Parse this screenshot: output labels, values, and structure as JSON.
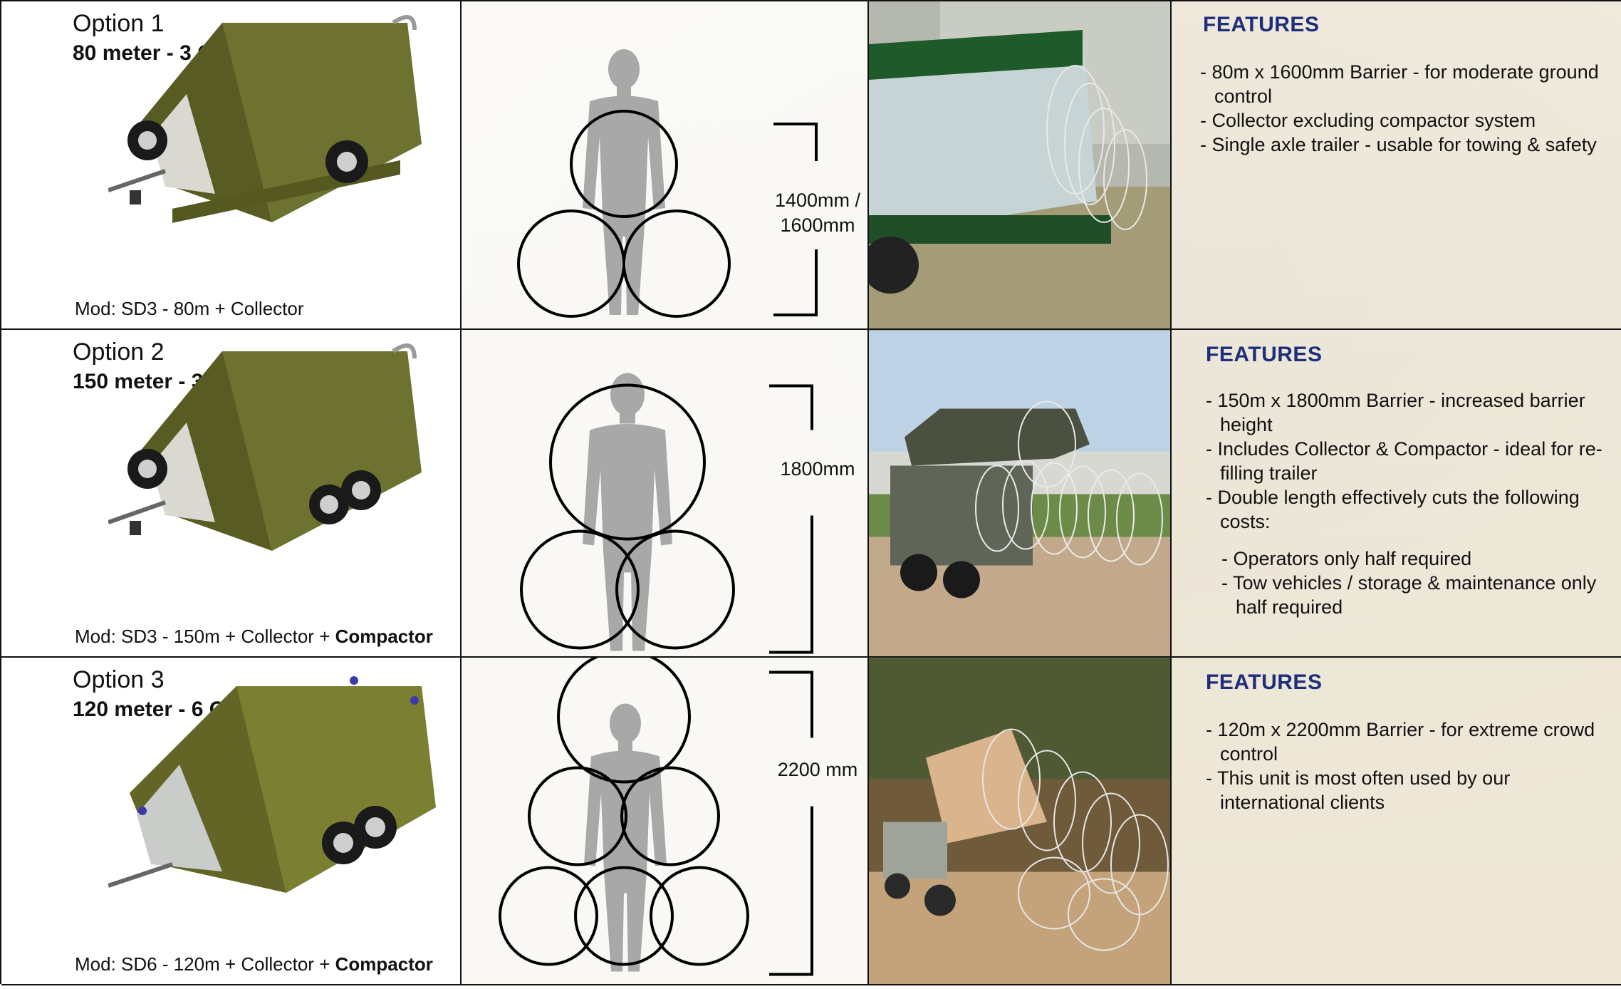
{
  "options": [
    {
      "title": "Option 1",
      "subtitle": "80 meter - 3 Coil",
      "mod_prefix": "Mod: SD3 - 80m + Collector",
      "mod_bold": "",
      "dimension_lines": [
        "1400mm /",
        "1600mm"
      ],
      "features_heading": "FEATURES",
      "features": [
        "- 80m x 1600mm Barrier - for moderate ground control",
        "- Collector excluding compactor system",
        "- Single axle trailer - usable for towing & safety"
      ],
      "sub_features": []
    },
    {
      "title": "Option 2",
      "subtitle": "150 meter - 3 Coil",
      "mod_prefix": "Mod: SD3 - 150m + Collector + ",
      "mod_bold": "Compactor",
      "dimension_lines": [
        "1800mm"
      ],
      "features_heading": "FEATURES",
      "features": [
        "- 150m x 1800mm Barrier - increased barrier height",
        "- Includes Collector & Compactor - ideal for re-filling trailer",
        "- Double length effectively cuts the following costs:"
      ],
      "sub_features": [
        "- Operators only half required",
        "- Tow vehicles / storage & maintenance only half required"
      ]
    },
    {
      "title": "Option 3",
      "subtitle": "120 meter - 6 Coil",
      "mod_prefix": "Mod: SD6 - 120m + Collector + ",
      "mod_bold": "Compactor",
      "dimension_lines": [
        "2200 mm"
      ],
      "features_heading": "FEATURES",
      "features": [
        "- 120m x 2200mm Barrier - for extreme crowd control",
        "- This unit is most often used by our international clients"
      ],
      "sub_features": []
    }
  ],
  "colors": {
    "trailer_body": "#6b6e2a",
    "trailer_body_light": "#808534",
    "features_heading": "#1d2f7a",
    "silhouette": "#a8a8a8"
  }
}
